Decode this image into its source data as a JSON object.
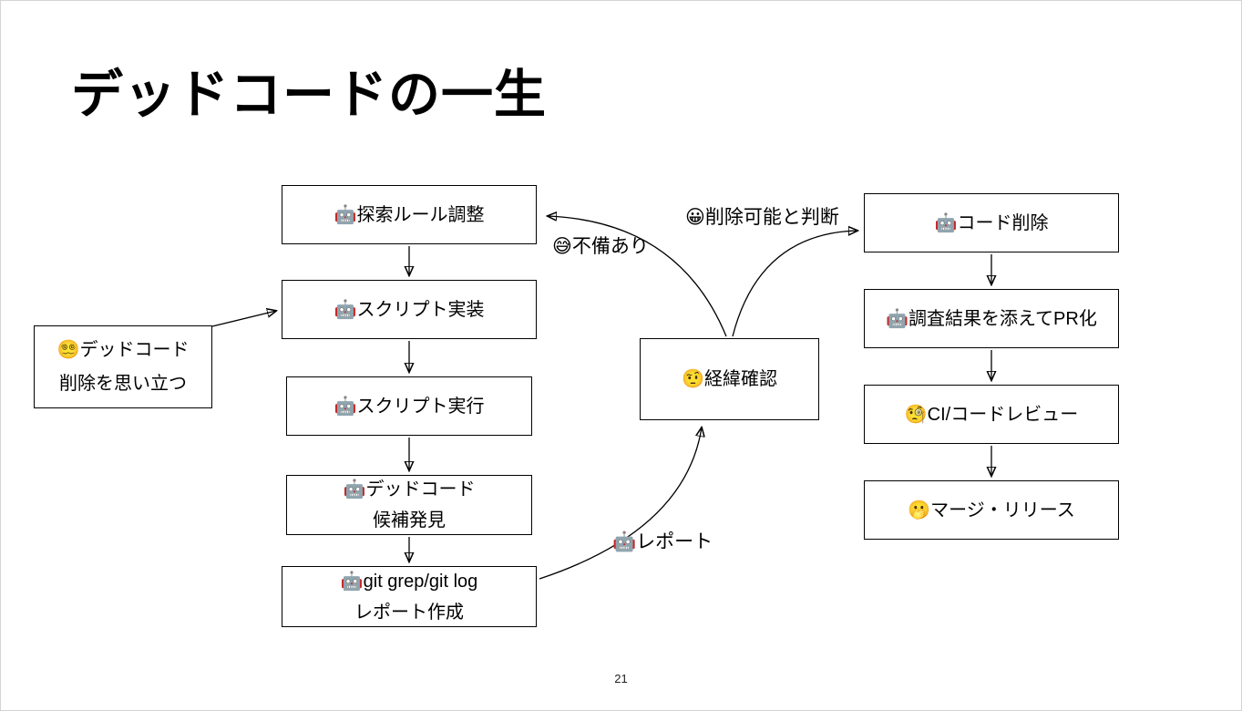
{
  "slide": {
    "title": "デッドコードの一生",
    "page_number": "21"
  },
  "colors": {
    "background": "#ffffff",
    "box_border": "#000000",
    "text": "#000000"
  },
  "nodes": {
    "start": {
      "lines": [
        "😵‍💫デッドコード",
        "削除を思い立つ"
      ]
    },
    "adjust_rules": {
      "label": "🤖探索ルール調整"
    },
    "implement_script": {
      "label": "🤖スクリプト実装"
    },
    "run_script": {
      "label": "🤖スクリプト実行"
    },
    "candidates_found": {
      "lines": [
        "🤖デッドコード",
        "候補発見"
      ]
    },
    "git_report": {
      "lines": [
        "🤖git grep/git log",
        "レポート作成"
      ]
    },
    "history_check": {
      "label": "🤨経緯確認"
    },
    "delete_code": {
      "label": "🤖コード削除"
    },
    "create_pr": {
      "label": "🤖調査結果を添えてPR化"
    },
    "ci_review": {
      "label": "🧐CI/コードレビュー"
    },
    "merge_release": {
      "label": "🫢マージ・リリース"
    }
  },
  "edge_labels": {
    "defect_found": "😅不備あり",
    "deletable": "😀削除可能と判断",
    "report": "🤖レポート"
  }
}
